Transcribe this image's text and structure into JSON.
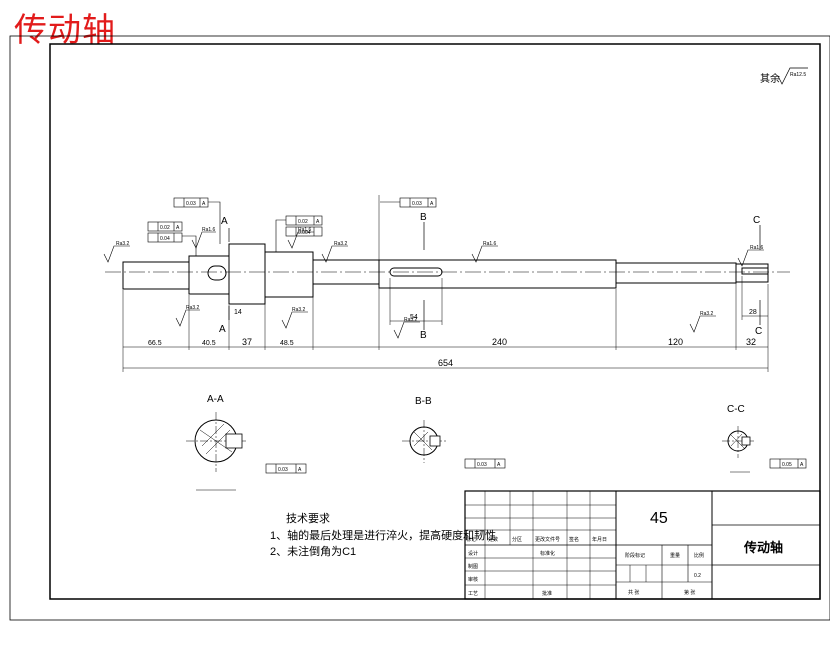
{
  "drawing_title": "传动轴",
  "roughness_note": "其余",
  "roughness_note_value": "Ra12.5",
  "section_labels": {
    "a": "A",
    "b": "B",
    "c": "C"
  },
  "section_views": {
    "aa": "A-A",
    "bb": "B-B",
    "cc": "C-C"
  },
  "dimensions": {
    "d1": "66.5",
    "d2": "40.5",
    "d3": "37",
    "d4": "48.5",
    "d5": "240",
    "d6": "120",
    "d7": "32",
    "total": "654",
    "key1": "54",
    "key2": "28",
    "small1": "14"
  },
  "roughness": {
    "r1": "Ra3.2",
    "r2": "Ra1.6",
    "r3": "Ra1.6",
    "r4": "Ra3.2",
    "r5": "Ra1.6",
    "r6": "Ra1.6",
    "r7": "Ra3.2",
    "r8": "Ra3.2",
    "r9": "Ra3.2",
    "r10": "Ra3.2"
  },
  "tolerances": {
    "t1": "0.03",
    "t2": "0.02",
    "t3": "0.04",
    "t4": "0.02",
    "t5": "0.004",
    "t6": "0.03",
    "t7": "0.03",
    "t8": "0.03",
    "t9": "0.05",
    "datum": "A"
  },
  "tech_requirements": {
    "title": "技术要求",
    "line1": "1、轴的最后处理是进行淬火，提高硬度和韧性",
    "line2": "2、未注倒角为C1"
  },
  "title_block": {
    "material": "45",
    "part_name": "传动轴",
    "row_labels": [
      "标记",
      "处数",
      "分区",
      "更改文件号",
      "签名",
      "年月日"
    ],
    "designer": "设计",
    "standardization": "标准化",
    "checker": "审核",
    "drafter": "制图",
    "process": "工艺",
    "approve": "批准",
    "stage_mark": "阶段标记",
    "weight": "重量",
    "scale": "比例",
    "scale_value": "0.2",
    "sheets_total": "共 张",
    "sheet_no": "第 张"
  }
}
